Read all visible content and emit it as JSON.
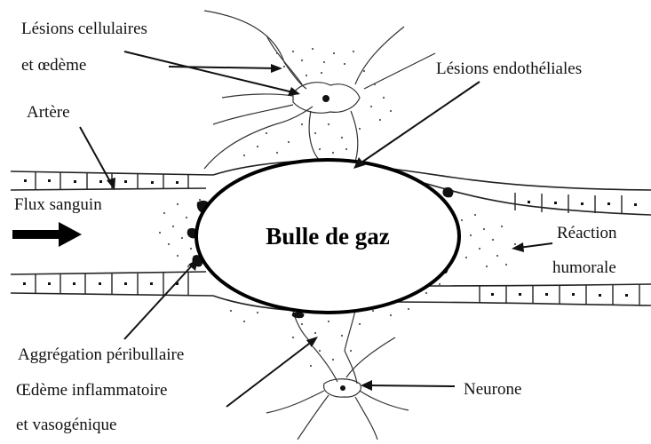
{
  "diagram": {
    "center_label": "Bulle de gaz",
    "labels": {
      "lesions_cellulaires_line1": "Lésions cellulaires",
      "lesions_cellulaires_line2": "et œdème",
      "lesions_endotheliales": "Lésions endothéliales",
      "artere": "Artère",
      "flux_sanguin": "Flux sanguin",
      "reaction_line1": "Réaction",
      "reaction_line2": "humorale",
      "aggregation": "Aggrégation péribullaire",
      "oedeme_line1": "Œdème inflammatoire",
      "oedeme_line2": "et vasogénique",
      "neurone": "Neurone"
    },
    "colors": {
      "ink": "#111111",
      "background": "#ffffff",
      "stipple": "#555555"
    }
  }
}
